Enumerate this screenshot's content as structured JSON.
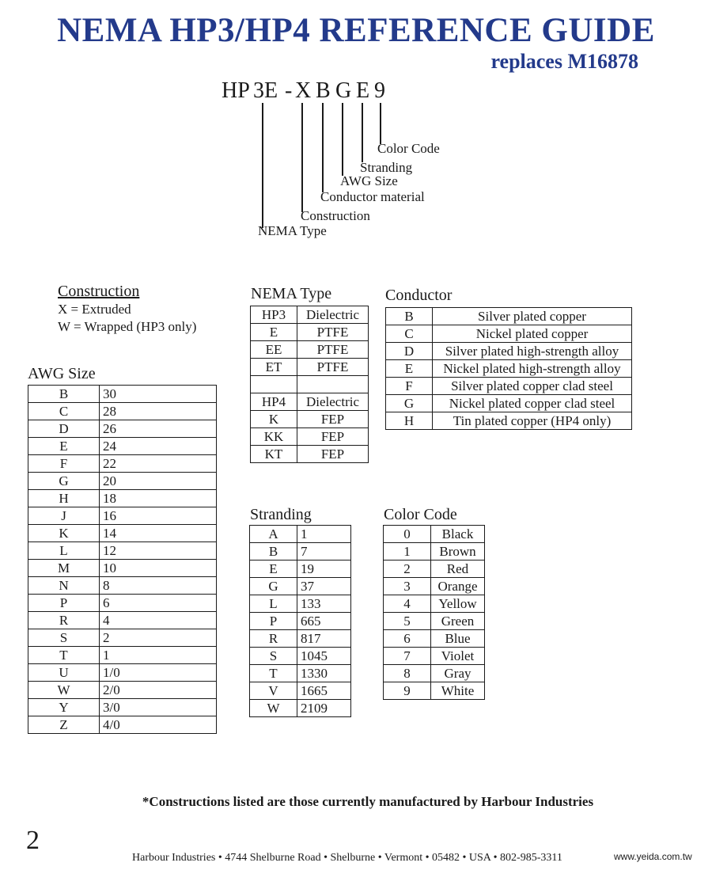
{
  "header": {
    "title": "NEMA HP3/HP4 REFERENCE GUIDE",
    "subtitle": "replaces M16878",
    "accent_color": "#233a8b"
  },
  "part_code": {
    "segments": [
      "HP",
      "3E",
      "-",
      "X",
      "B",
      "G",
      "E",
      "9"
    ],
    "labels": {
      "color_code": "Color Code",
      "stranding": "Stranding",
      "awg_size": "AWG Size",
      "conductor_material": "Conductor material",
      "construction": "Construction",
      "nema_type": "NEMA Type"
    }
  },
  "construction": {
    "title": "Construction",
    "lines": [
      "X = Extruded",
      "W = Wrapped (HP3 only)"
    ]
  },
  "awg": {
    "title": "AWG Size",
    "rows": [
      [
        "B",
        "30"
      ],
      [
        "C",
        "28"
      ],
      [
        "D",
        "26"
      ],
      [
        "E",
        "24"
      ],
      [
        "F",
        "22"
      ],
      [
        "G",
        "20"
      ],
      [
        "H",
        "18"
      ],
      [
        "J",
        "16"
      ],
      [
        "K",
        "14"
      ],
      [
        "L",
        "12"
      ],
      [
        "M",
        "10"
      ],
      [
        "N",
        "8"
      ],
      [
        "P",
        "6"
      ],
      [
        "R",
        "4"
      ],
      [
        "S",
        "2"
      ],
      [
        "T",
        "1"
      ],
      [
        "U",
        "1/0"
      ],
      [
        "W",
        "2/0"
      ],
      [
        "Y",
        "3/0"
      ],
      [
        "Z",
        "4/0"
      ]
    ]
  },
  "nema_type": {
    "title": "NEMA Type",
    "rows": [
      [
        "HP3",
        "Dielectric"
      ],
      [
        "E",
        "PTFE"
      ],
      [
        "EE",
        "PTFE"
      ],
      [
        "ET",
        "PTFE"
      ],
      [
        "",
        ""
      ],
      [
        "HP4",
        "Dielectric"
      ],
      [
        "K",
        "FEP"
      ],
      [
        "KK",
        "FEP"
      ],
      [
        "KT",
        "FEP"
      ]
    ]
  },
  "conductor": {
    "title": "Conductor",
    "rows": [
      [
        "B",
        "Silver plated copper"
      ],
      [
        "C",
        "Nickel plated copper"
      ],
      [
        "D",
        "Silver plated high-strength alloy"
      ],
      [
        "E",
        "Nickel plated high-strength alloy"
      ],
      [
        "F",
        "Silver plated copper clad steel"
      ],
      [
        "G",
        "Nickel plated copper clad steel"
      ],
      [
        "H",
        "Tin plated copper (HP4 only)"
      ]
    ]
  },
  "stranding": {
    "title": "Stranding",
    "rows": [
      [
        "A",
        "1"
      ],
      [
        "B",
        "7"
      ],
      [
        "E",
        "19"
      ],
      [
        "G",
        "37"
      ],
      [
        "L",
        "133"
      ],
      [
        "P",
        "665"
      ],
      [
        "R",
        "817"
      ],
      [
        "S",
        "1045"
      ],
      [
        "T",
        "1330"
      ],
      [
        "V",
        "1665"
      ],
      [
        "W",
        "2109"
      ]
    ]
  },
  "color_code": {
    "title": "Color Code",
    "rows": [
      [
        "0",
        "Black"
      ],
      [
        "1",
        "Brown"
      ],
      [
        "2",
        "Red"
      ],
      [
        "3",
        "Orange"
      ],
      [
        "4",
        "Yellow"
      ],
      [
        "5",
        "Green"
      ],
      [
        "6",
        "Blue"
      ],
      [
        "7",
        "Violet"
      ],
      [
        "8",
        "Gray"
      ],
      [
        "9",
        "White"
      ]
    ]
  },
  "footer": {
    "footnote": "*Constructions listed are those currently manufactured by Harbour Industries",
    "page_number": "2",
    "address": "Harbour Industries • 4744 Shelburne Road • Shelburne • Vermont • 05482 • USA • 802-985-3311",
    "website": "www.yeida.com.tw"
  }
}
